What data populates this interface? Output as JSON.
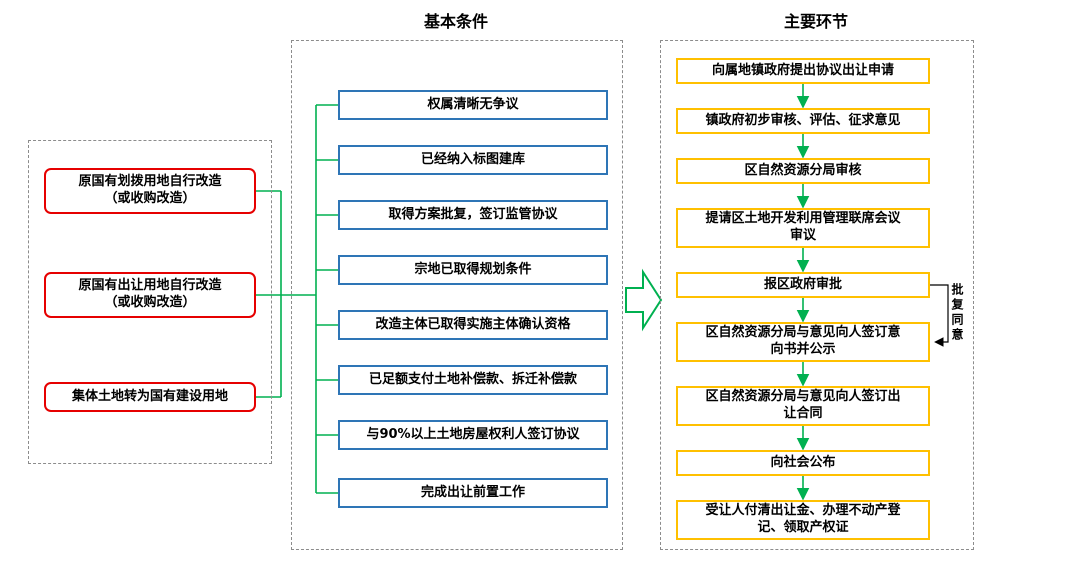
{
  "colors": {
    "source_border": "#E60000",
    "condition_border": "#2E75B6",
    "step_border": "#FFC000",
    "connector_green": "#00B050",
    "container_dash": "#8C8C8C",
    "text": "#000000",
    "background": "#FFFFFF"
  },
  "sources": {
    "items": [
      "原国有划拨用地自行改造\n（或收购改造）",
      "原国有出让用地自行改造\n（或收购改造）",
      "集体土地转为国有建设用地"
    ]
  },
  "conditions": {
    "title": "基本条件",
    "items": [
      "权属清晰无争议",
      "已经纳入标图建库",
      "取得方案批复，签订监管协议",
      "宗地已取得规划条件",
      "改造主体已取得实施主体确认资格",
      "已足额支付土地补偿款、拆迁补偿款",
      "与90%以上土地房屋权利人签订协议",
      "完成出让前置工作"
    ]
  },
  "process": {
    "title": "主要环节",
    "steps": [
      "向属地镇政府提出协议出让申请",
      "镇政府初步审核、评估、征求意见",
      "区自然资源分局审核",
      "提请区土地开发利用管理联席会议\n审议",
      "报区政府审批",
      "区自然资源分局与意见向人签订意\n向书并公示",
      "区自然资源分局与意见向人签订出\n让合同",
      "向社会公布",
      "受让人付清出让金、办理不动产登\n记、领取产权证"
    ],
    "annotation": "批复同意"
  }
}
